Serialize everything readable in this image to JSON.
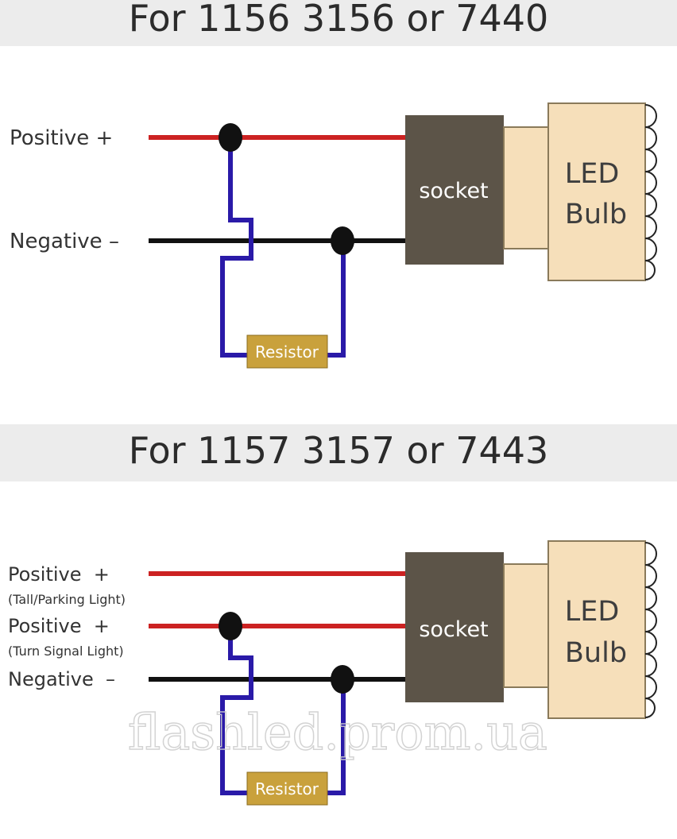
{
  "diagram1": {
    "title": "For 1156 3156 or 7440",
    "labels": {
      "positive": "Positive +",
      "negative": "Negative –"
    },
    "socket": "socket",
    "bulb_line1": "LED",
    "bulb_line2": "Bulb",
    "resistor": "Resistor"
  },
  "diagram2": {
    "title": "For 1157 3157 or 7443",
    "labels": {
      "positive_tail": "Positive  +",
      "positive_tail_sub": "(Tall/Parking Light)",
      "positive_turn": "Positive  +",
      "positive_turn_sub": "(Turn Signal Light)",
      "negative": "Negative  –"
    },
    "socket": "socket",
    "bulb_line1": "LED",
    "bulb_line2": "Bulb",
    "resistor": "Resistor"
  },
  "watermark": "flashled.prom.ua",
  "colors": {
    "positive_wire": "#cc2222",
    "negative_wire": "#111111",
    "resistor_lead": "#2a1aa8",
    "socket": "#5c5448",
    "bulb": "#f6dfba",
    "resistor": "#c9a13c"
  }
}
